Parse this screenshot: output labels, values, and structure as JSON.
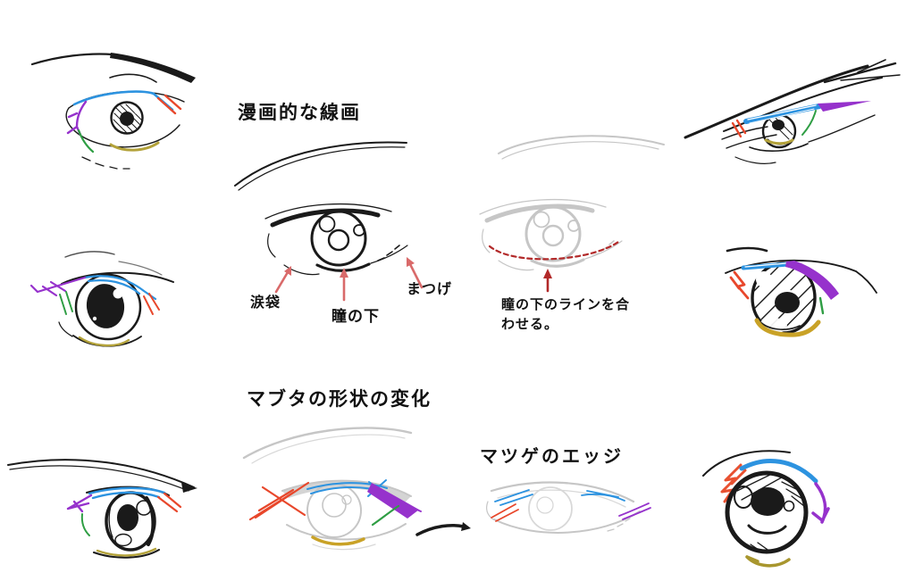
{
  "page": {
    "background": "#ffffff",
    "kind": "eye-drawing-tutorial-illustration"
  },
  "colors": {
    "ink": "#1a1a1a",
    "sketch_gray": "#c6c6c6",
    "light_gray": "#d8d8d8",
    "guide_blue": "#2d93e0",
    "guide_purple": "#9632cc",
    "guide_green": "#2f9e44",
    "guide_red": "#e8472b",
    "guide_olive": "#b3a23a",
    "guide_gold": "#c9a227",
    "annotation_red": "#d96a6a",
    "dashed_red": "#b22929",
    "paper": "#ffffff",
    "text": "#111111"
  },
  "sections": {
    "manga_lineart_title": "漫画的な線画",
    "eyelid_shape_title": "マブタの形状の変化",
    "lash_edge_title": "マツゲのエッジ"
  },
  "annotations": {
    "tear_bag": "涙袋",
    "under_pupil": "瞳の下",
    "eyelashes": "まつげ",
    "align_note": "瞳の下のラインを合わせる。"
  }
}
